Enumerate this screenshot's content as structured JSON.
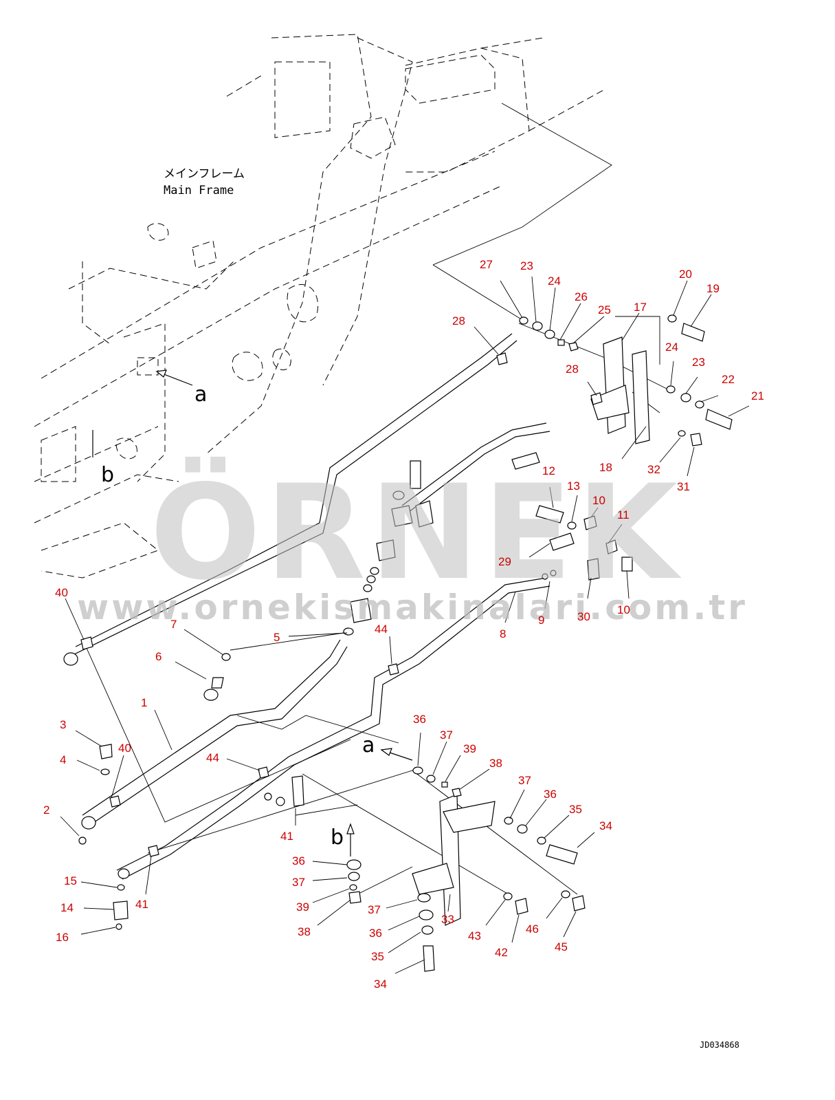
{
  "frame_label": {
    "jp": "メインフレーム",
    "en": "Main Frame"
  },
  "view_markers": {
    "a_top": "a",
    "b_top": "b",
    "a_bottom": "a",
    "b_bottom": "b"
  },
  "watermark": {
    "brand": "ÖRNEK",
    "url": "www.ornekismakinalari.com.tr"
  },
  "drawing_code": "JD034868",
  "callouts": [
    "27",
    "23",
    "24",
    "26",
    "25",
    "20",
    "19",
    "17",
    "28",
    "24",
    "23",
    "22",
    "21",
    "28",
    "18",
    "32",
    "31",
    "12",
    "13",
    "10",
    "11",
    "29",
    "30",
    "10",
    "9",
    "8",
    "40",
    "7",
    "5",
    "6",
    "44",
    "1",
    "3",
    "40",
    "4",
    "2",
    "44",
    "41",
    "15",
    "14",
    "41",
    "16",
    "36",
    "37",
    "39",
    "38",
    "37",
    "36",
    "35",
    "34",
    "36",
    "37",
    "39",
    "38",
    "37",
    "36",
    "35",
    "34",
    "33",
    "43",
    "42",
    "46",
    "45"
  ],
  "colors": {
    "callout": "#cc0000",
    "linework": "#000000",
    "watermark": "#bfbfbf"
  }
}
